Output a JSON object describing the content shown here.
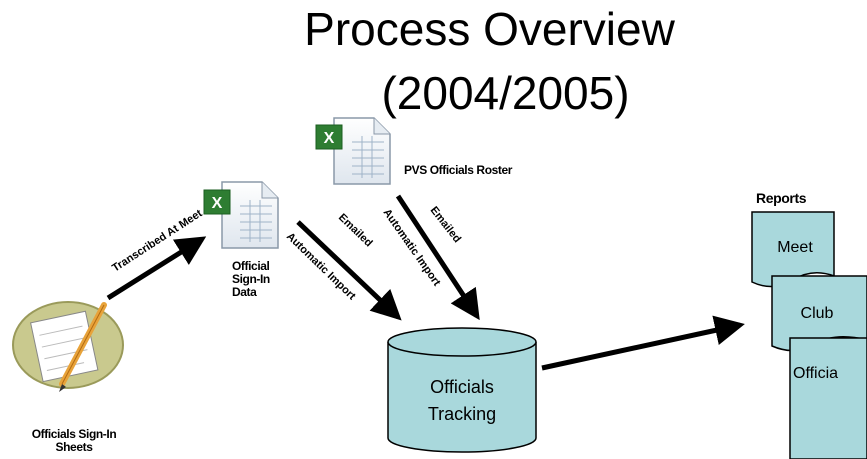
{
  "title": {
    "line1": "Process Overview",
    "line2": "(2004/2005)"
  },
  "nodes": {
    "sheets": {
      "label": "Officials Sign-In\nSheets",
      "icon": "notepad-pencil-icon"
    },
    "signin_data": {
      "label": "Official\nSign-In\nData",
      "icon": "excel-spreadsheet-icon"
    },
    "roster": {
      "label": "PVS Officials Roster",
      "icon": "excel-spreadsheet-icon"
    },
    "database": {
      "label_line1": "Officials",
      "label_line2": "Tracking",
      "icon": "database-cylinder"
    },
    "reports_heading": "Reports",
    "reports": [
      "Meet",
      "Club",
      "Officia"
    ]
  },
  "edges": {
    "transcribed": "Transcribed At Meet",
    "emailed1": "Emailed",
    "auto_import1": "Automatic Import",
    "emailed2": "Emailed",
    "auto_import2": "Automatic Import"
  },
  "colors": {
    "cylinder": "#a9d8dc",
    "document": "#a9d8dc",
    "excel_green": "#2e7d32",
    "arrow": "#000000"
  }
}
